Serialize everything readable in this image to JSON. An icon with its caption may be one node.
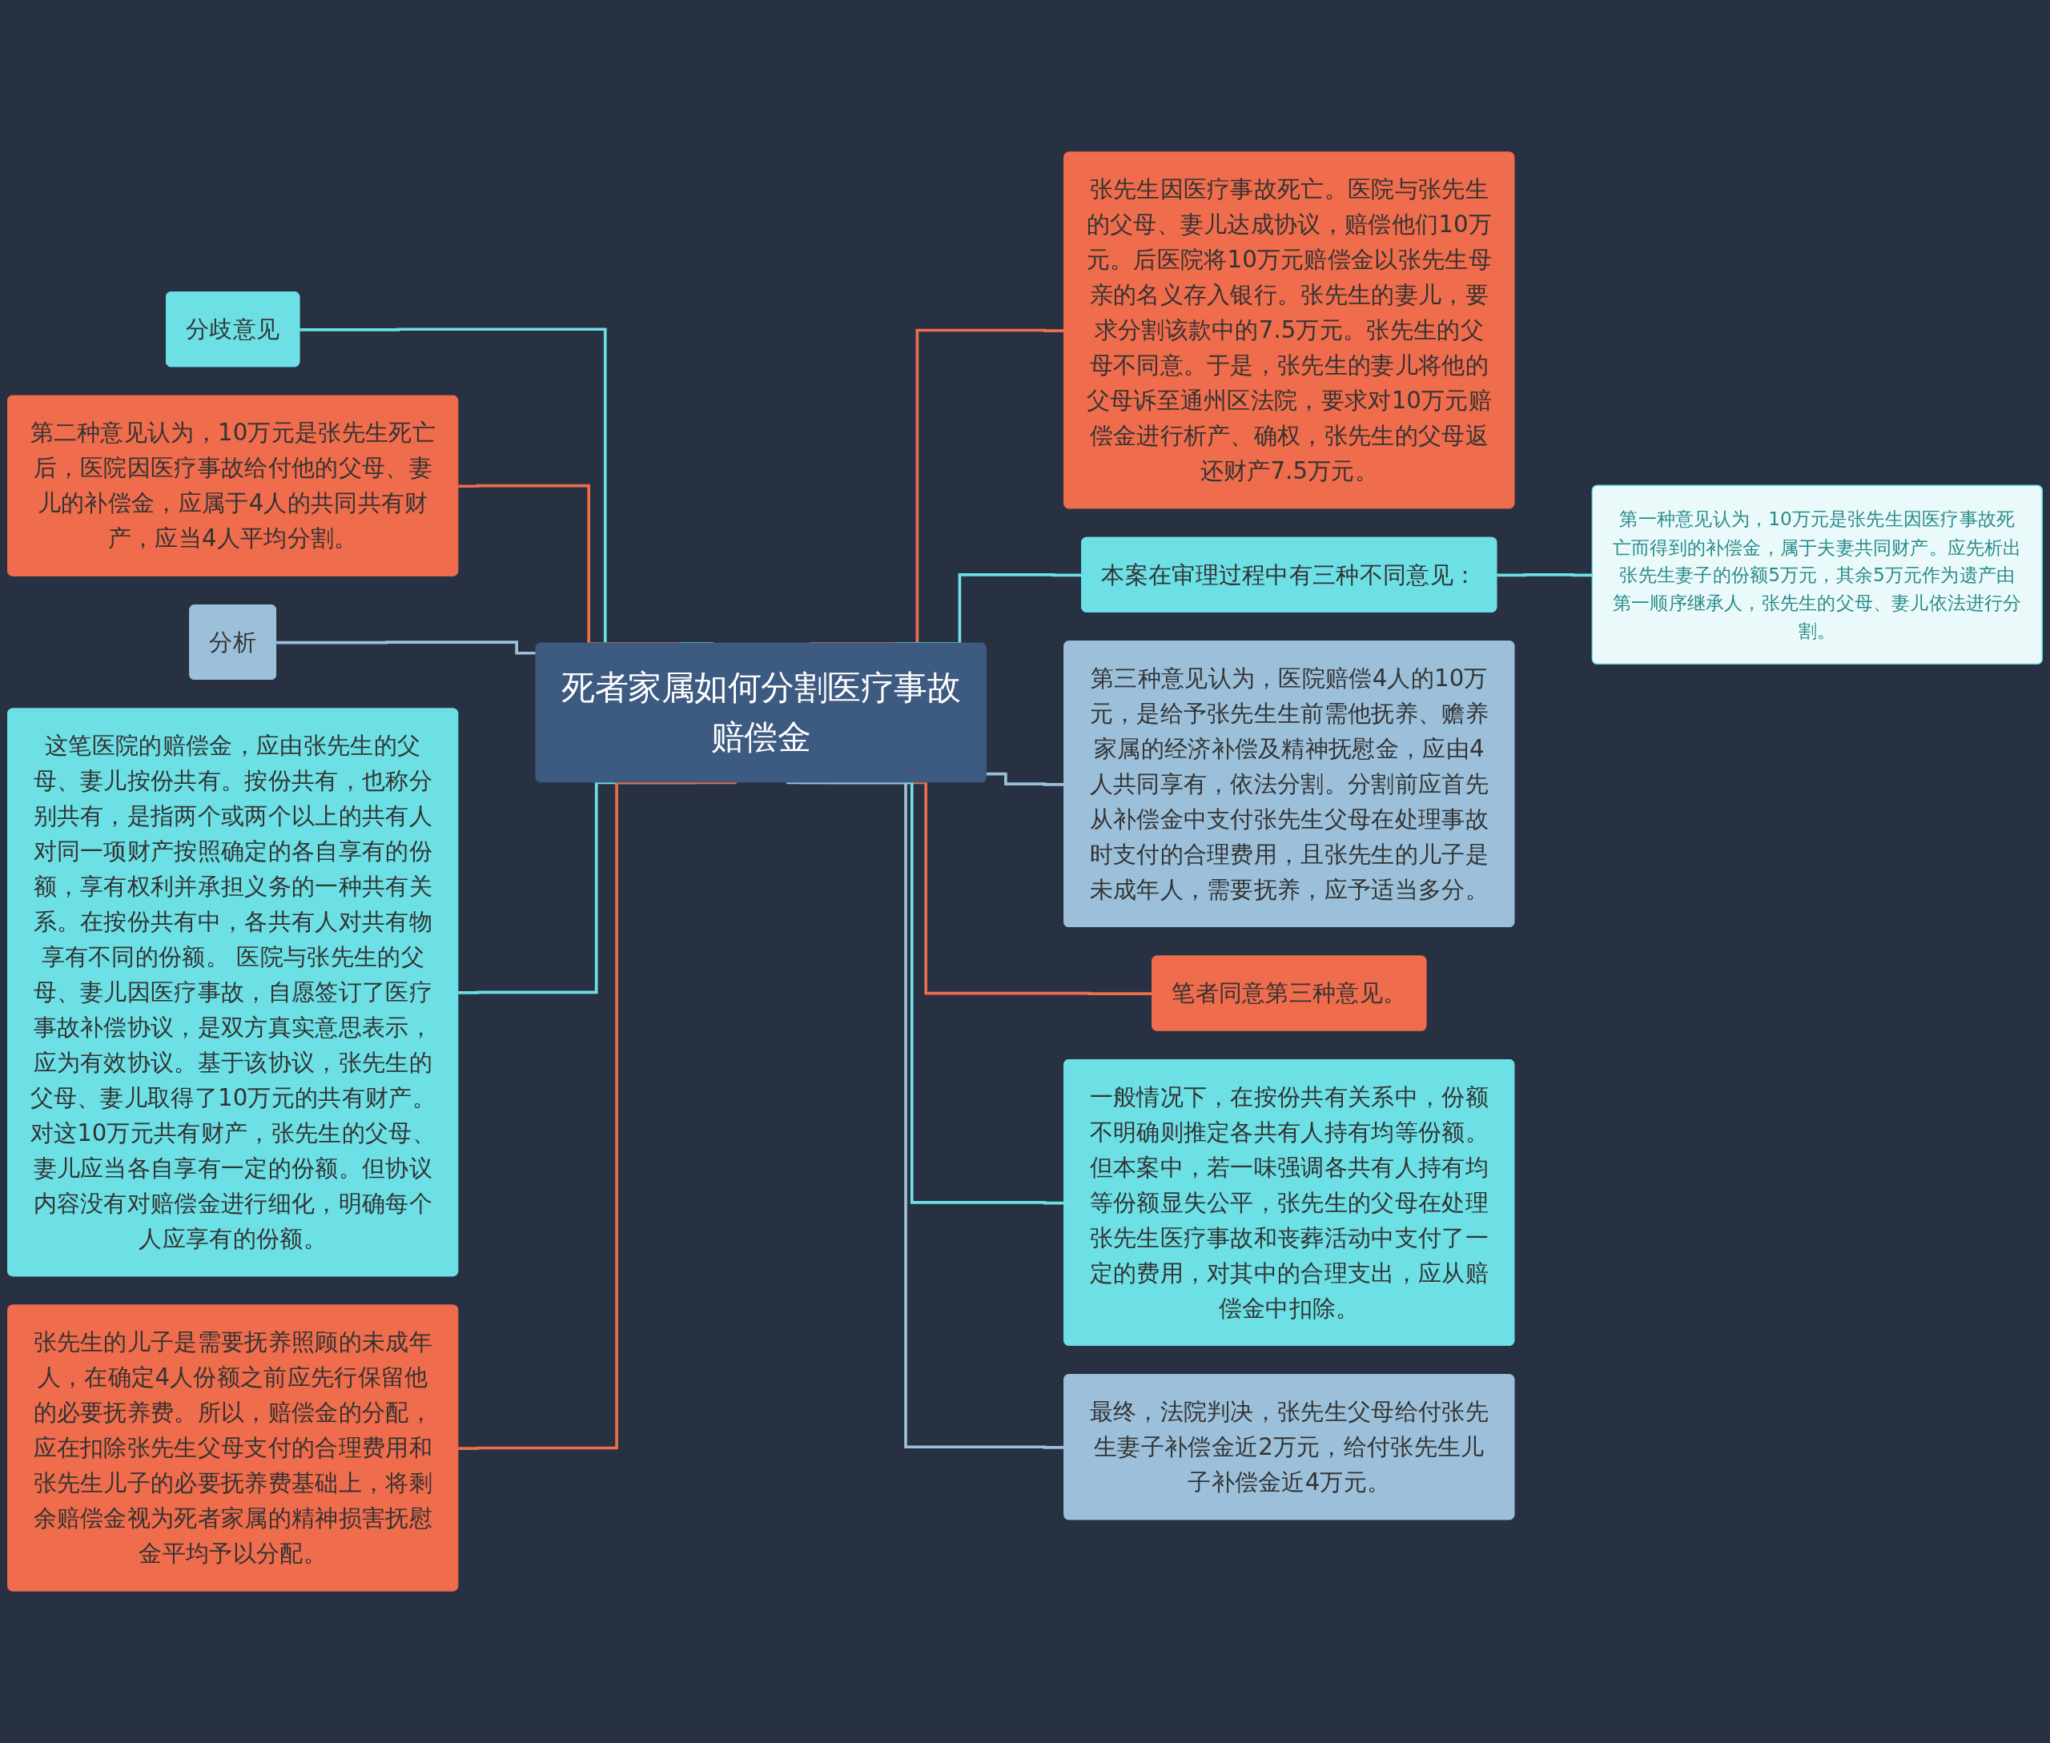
{
  "diagram": {
    "nodes": [
      {
        "text": [
          "死者家属如何分割医疗事故赔偿金"
        ]
      },
      {
        "text": [
          "分歧意见"
        ]
      },
      {
        "text": [
          "第二种意见认为，10万元是张先生死亡后，医院因医疗事故给付他的父母、妻儿的补偿金，应属于4人的共同共有财产，应当4人平均分割。"
        ]
      },
      {
        "text": [
          "分析"
        ]
      },
      {
        "text": [
          "这笔医院的赔偿金，应由张先生的父母、妻儿按份共有。按份共有，也称分别共有，是指两个或两个以上的共有人对同一项财产按照确定的各自享有的份额，享有权利并承担义务的一种共有关系。在按份共有中，各共有人对共有物享有不同的份额。 医院与张先生的父母、妻儿因医疗事故，自愿签订了医疗事故补偿协议，是双方真实意思表示，应为有效协议。基于该协议，张先生的父母、妻儿取得了10万元的共有财产。对这10万元共有财产，张先生的父母、妻儿应当各自享有一定的份额。但协议内容没有对赔偿金进行细化，明确每个人应享有的份额。"
        ]
      },
      {
        "text": [
          "张先生的儿子是需要抚养照顾的未成年人，在确定4人份额之前应先行保留他的必要抚养费。所以，赔偿金的分配，应在扣除张先生父母支付的合理费用和张先生儿子的必要抚养费基础上，将剩余赔偿金视为死者家属的精神损害抚慰金平均予以分配。"
        ]
      },
      {
        "text": [
          "张先生因医疗事故死亡。医院与张先生的父母、妻儿达成协议，赔偿他们10万元。后医院将10万元赔偿金以张先生母亲的名义存入银行。张先生的妻儿，要求分割该款中的7.5万元。张先生的父母不同意。于是，张先生的妻儿将他的父母诉至通州区法院，要求对10万元赔偿金进行析产、确权，张先生的父母返还财产7.5万元。"
        ]
      },
      {
        "text": [
          "本案在审理过程中有三种不同意见："
        ]
      },
      {
        "text": [
          "第一种意见认为，10万元是张先生因医疗事故死亡而得到的补偿金，属于夫妻共同财产。应先析出张先生妻子的份额5万元，其余5万元作为遗产由第一顺序继承人，张先生的父母、妻儿依法进行分割。"
        ]
      },
      {
        "text": [
          "第三种意见认为，医院赔偿4人的10万元，是给予张先生生前需他抚养、赡养家属的经济补偿及精神抚慰金，应由4人共同享有，依法分割。分割前应首先从补偿金中支付张先生父母在处理事故时支付的合理费用，且张先生的儿子是未成年人，需要抚养，应予适当多分。"
        ]
      },
      {
        "text": [
          "笔者同意第三种意见。"
        ]
      },
      {
        "text": [
          "一般情况下，在按份共有关系中，份额不明确则推定各共有人持有均等份额。但本案中，若一味强调各共有人持有均等份额显失公平，张先生的父母在处理张先生医疗事故和丧葬活动中支付了一定的费用，对其中的合理支出，应从赔偿金中扣除。"
        ]
      },
      {
        "text": [
          "最终，法院判决，张先生父母给付张先生妻子补偿金近2万元，给付张先生儿子补偿金近4万元。"
        ]
      }
    ],
    "edges": [
      {
        "from": 0,
        "to": 1,
        "arrow": "none"
      },
      {
        "from": 0,
        "to": 2,
        "arrow": "none",
        "color": "#ef6c4c"
      },
      {
        "from": 0,
        "to": 3,
        "arrow": "none",
        "color": "#9cc0da"
      },
      {
        "from": 0,
        "to": 4,
        "arrow": "none"
      },
      {
        "from": 0,
        "to": 5,
        "arrow": "none",
        "color": "#ef6c4c"
      },
      {
        "from": 0,
        "to": 6,
        "arrow": "none",
        "color": "#ef6c4c"
      },
      {
        "from": 0,
        "to": 7,
        "arrow": "none"
      },
      {
        "from": 7,
        "to": 8,
        "arrow": "none"
      },
      {
        "from": 0,
        "to": 9,
        "arrow": "none",
        "color": "#9cc0da"
      },
      {
        "from": 0,
        "to": 10,
        "arrow": "none",
        "color": "#ef6c4c"
      },
      {
        "from": 0,
        "to": 11,
        "arrow": "none"
      },
      {
        "from": 0,
        "to": 12,
        "arrow": "none",
        "color": "#9cc0da"
      }
    ]
  }
}
